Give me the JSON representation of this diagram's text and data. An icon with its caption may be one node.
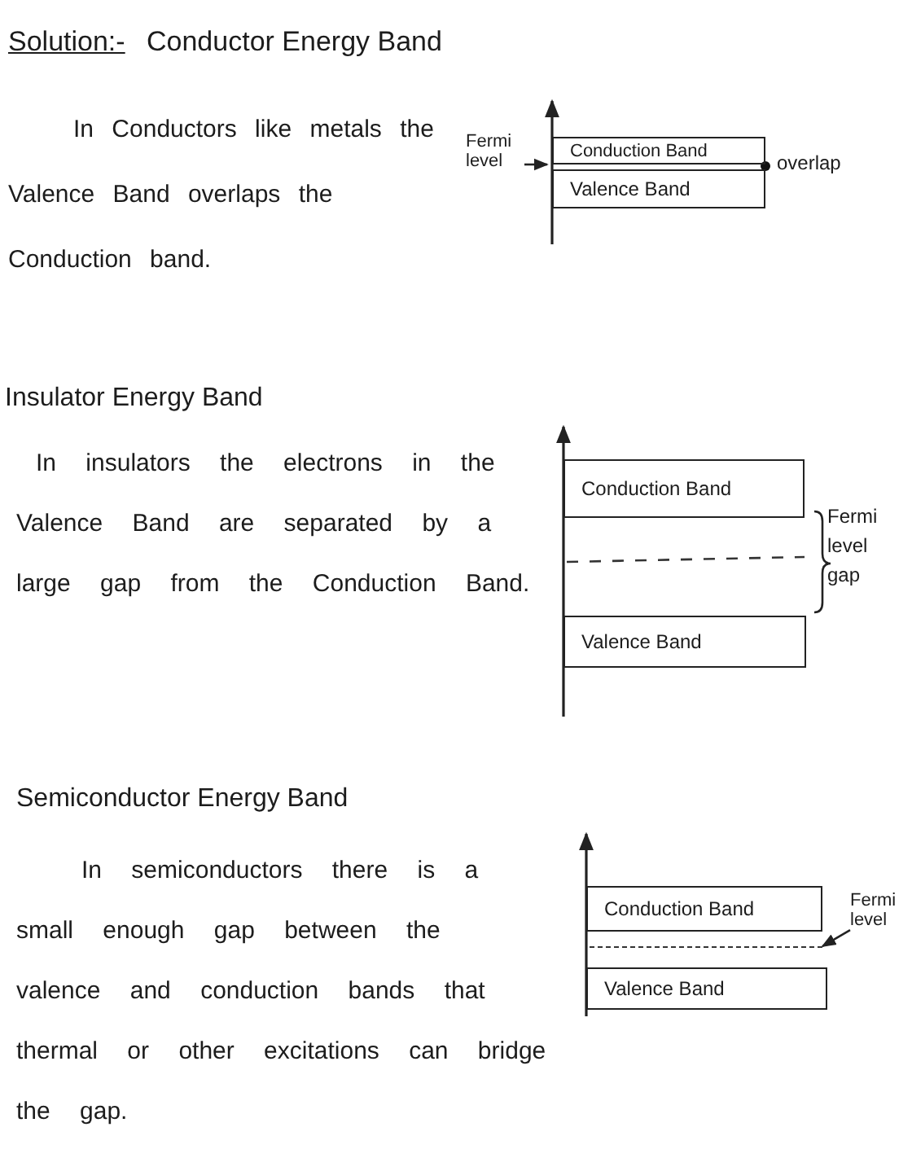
{
  "diagram": {
    "nodes": [
      {
        "text": [
          "Fermi level"
        ]
      },
      {
        "text": [
          "Conduction Band"
        ]
      },
      {
        "text": [
          "Valence Band"
        ]
      },
      {
        "text": [
          "Conduction Band"
        ]
      },
      {
        "text": [
          "Valence Band"
        ]
      },
      {
        "text": [
          "Conduction Band"
        ]
      },
      {
        "text": [
          "Fermi level"
        ]
      },
      {
        "text": [],
        "shape": "line"
      },
      {
        "text": [
          "Valence Band"
        ]
      }
    ],
    "edges": [
      {
        "from": 0,
        "to": null,
        "arrow": "to"
      },
      {
        "from": 6,
        "to": 7,
        "arrow": "to"
      }
    ],
    "labels": [
      "Solution:-",
      "Conductor Energy Band",
      "In Conductors like metals the Valence Band overlaps the Conduction band.",
      "overlap",
      "Insulator Energy Band",
      "In insulators the electrons in the Valence Band are separated by a large gap from the Conduction Band.",
      "Fermi level gap",
      "Semiconductor Energy Band",
      "In semiconductors there is a small enough gap between the valence and conduction bands that thermal or other excitations can bridge the gap."
    ]
  }
}
